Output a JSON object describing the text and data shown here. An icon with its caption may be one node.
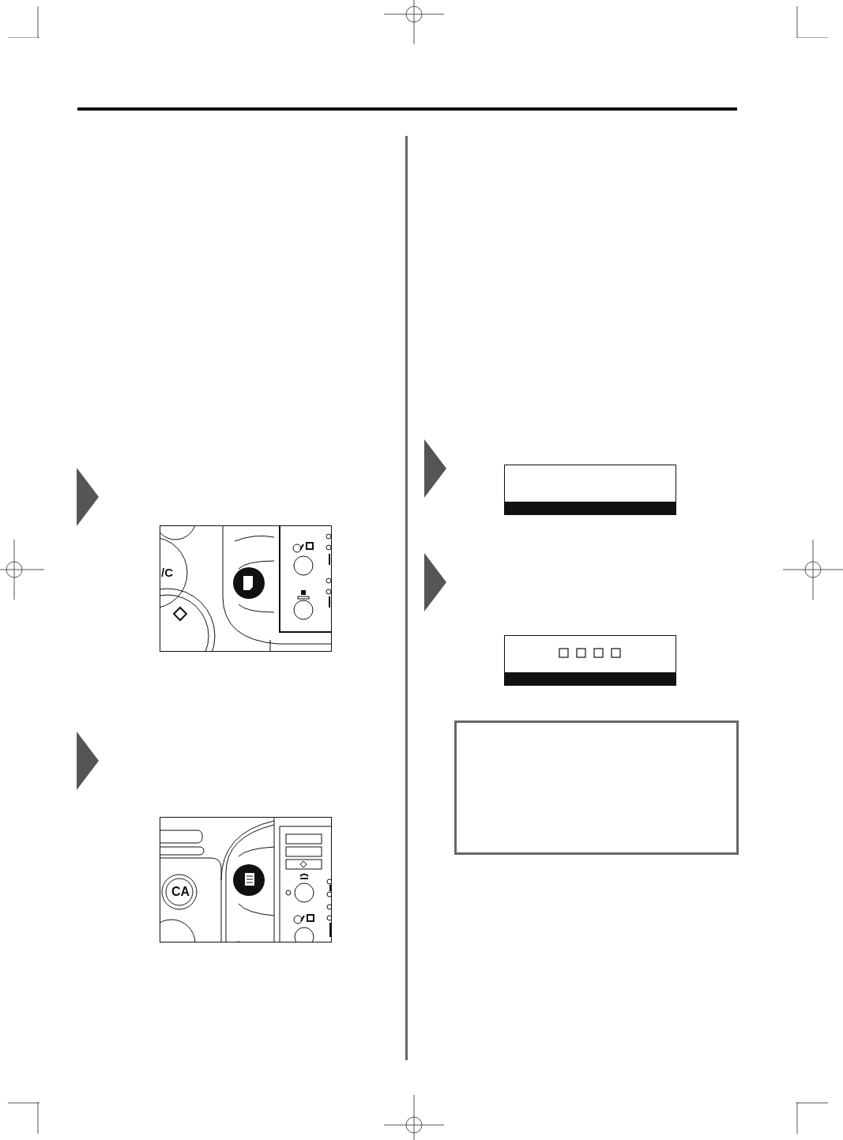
{
  "diagram": {
    "nodes": [
      {
        "text": [],
        "shape": "box"
      }
    ],
    "labels": [
      "/C",
      "CA"
    ]
  }
}
